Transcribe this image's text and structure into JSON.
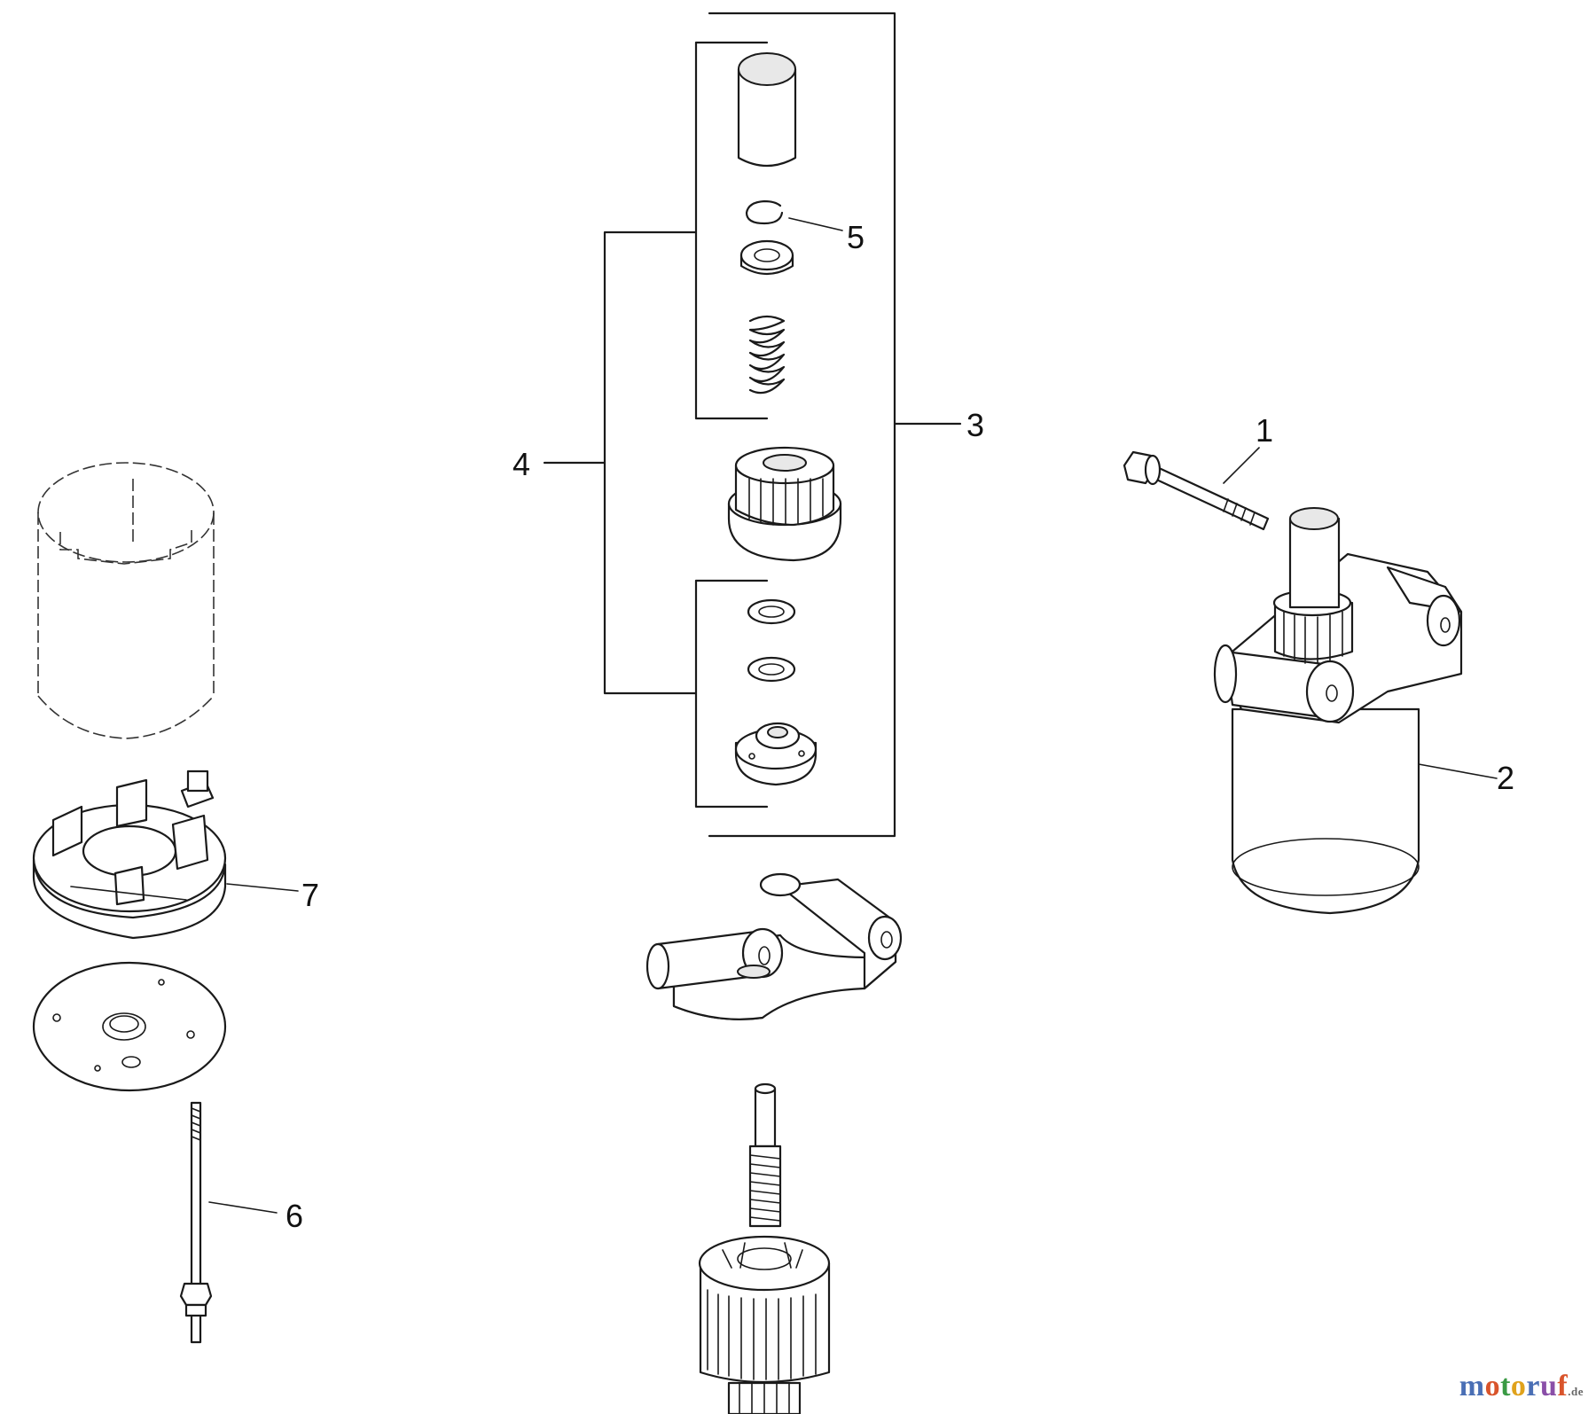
{
  "callouts": {
    "c1": "1",
    "c2": "2",
    "c3": "3",
    "c4": "4",
    "c5": "5",
    "c6": "6",
    "c7": "7"
  },
  "watermark": {
    "name_a": "m",
    "name_b": "o",
    "name_c": "t",
    "name_d": "o",
    "name_e": "r",
    "name_f": "u",
    "name_g": "f",
    "tld": ".de"
  },
  "colors": {
    "wm_a": "#4a6fb5",
    "wm_b": "#d9542b",
    "wm_c": "#3a9a44",
    "wm_d": "#e0a21c",
    "wm_e": "#4a6fb5",
    "wm_f": "#8a4fa8",
    "wm_g": "#d9542b"
  }
}
